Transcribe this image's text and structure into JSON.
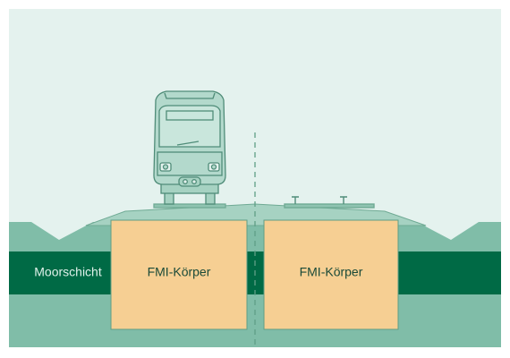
{
  "labels": {
    "moor_layer": "Moorschicht",
    "fmi_body_left": "FMI-Körper",
    "fmi_body_right": "FMI-Körper"
  },
  "colors": {
    "sky": "#e4f2ee",
    "ground": "#80bda8",
    "moor_band": "#006a45",
    "fmi_body": "#f6cf93",
    "fmi_outline": "#5f9e86",
    "track_bed": "#a6d2c2",
    "tram_fill": "#b3d9cc",
    "tram_line": "#4f8c78",
    "divider": "#5f9e86",
    "label_on_dark": "#dff1ea",
    "label_on_fmi": "#1a4a38"
  }
}
